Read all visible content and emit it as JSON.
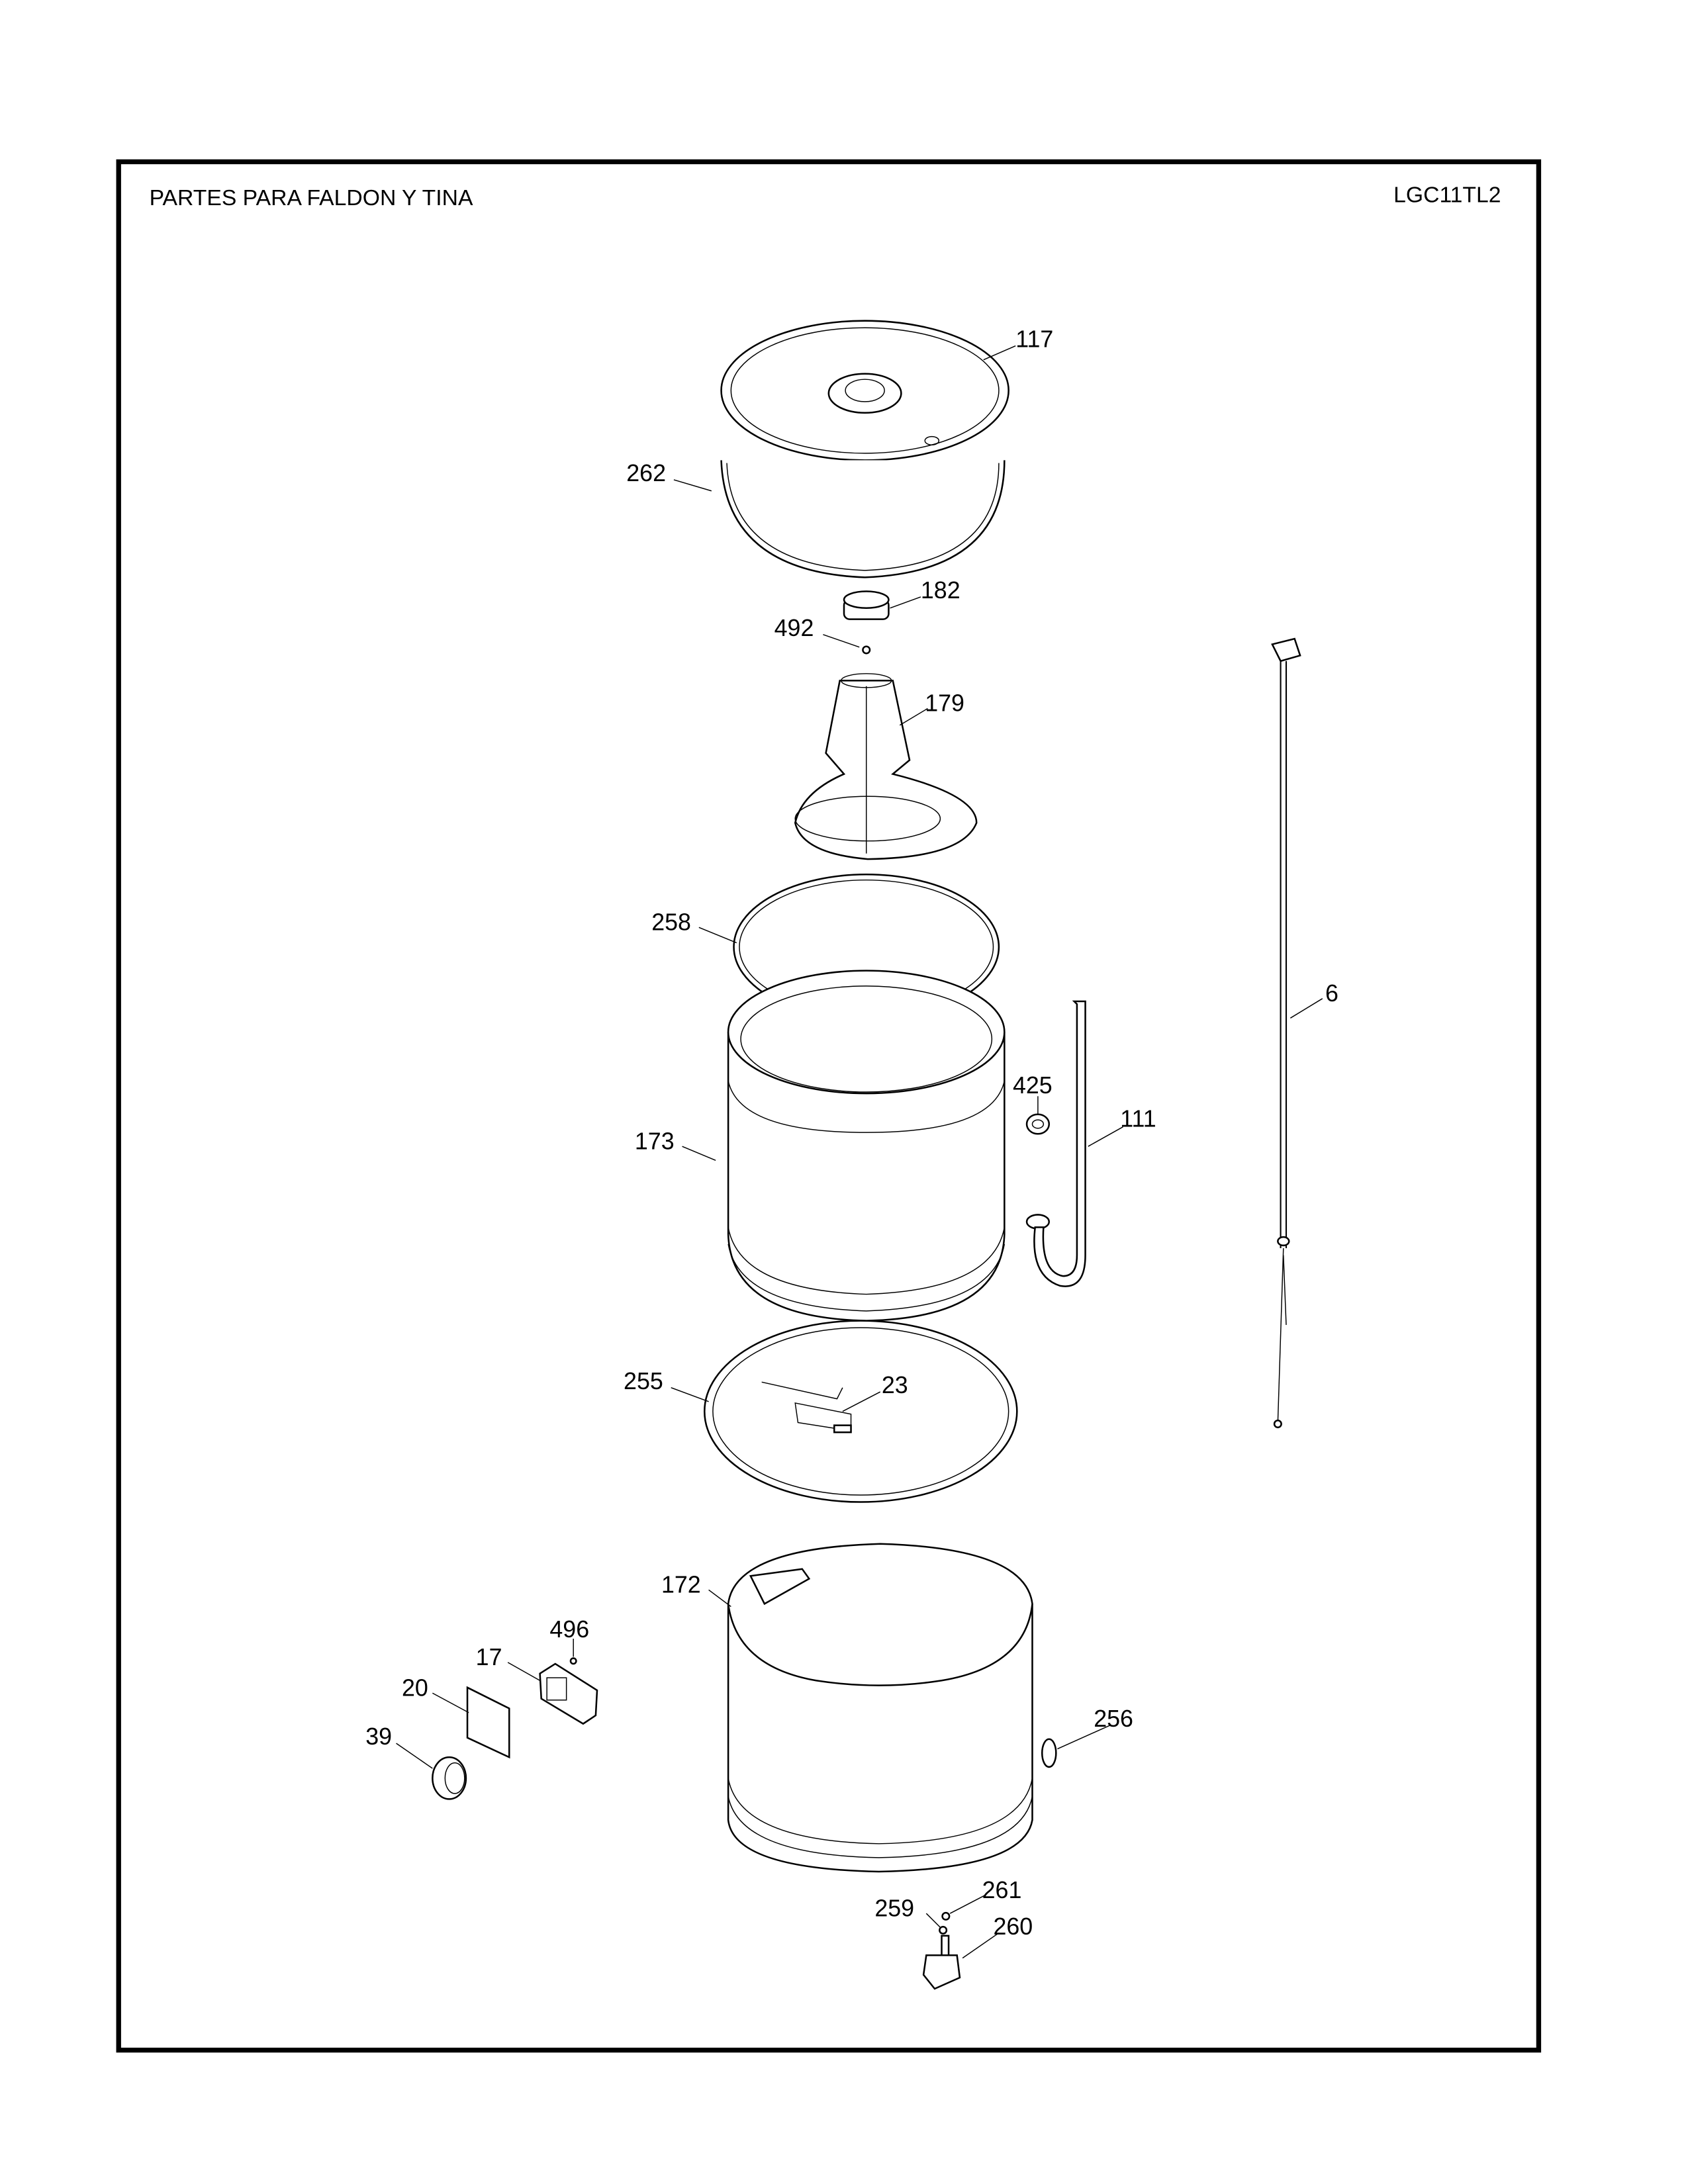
{
  "header": {
    "title": "PARTES PARA FALDON Y TINA",
    "model": "LGC11TL2"
  },
  "callouts": {
    "c117": "117",
    "c262": "262",
    "c182": "182",
    "c492": "492",
    "c179": "179",
    "c258": "258",
    "c6": "6",
    "c425": "425",
    "c111": "111",
    "c173": "173",
    "c255": "255",
    "c23": "23",
    "c172": "172",
    "c496": "496",
    "c17": "17",
    "c20": "20",
    "c39": "39",
    "c256": "256",
    "c261": "261",
    "c259": "259",
    "c260": "260"
  }
}
